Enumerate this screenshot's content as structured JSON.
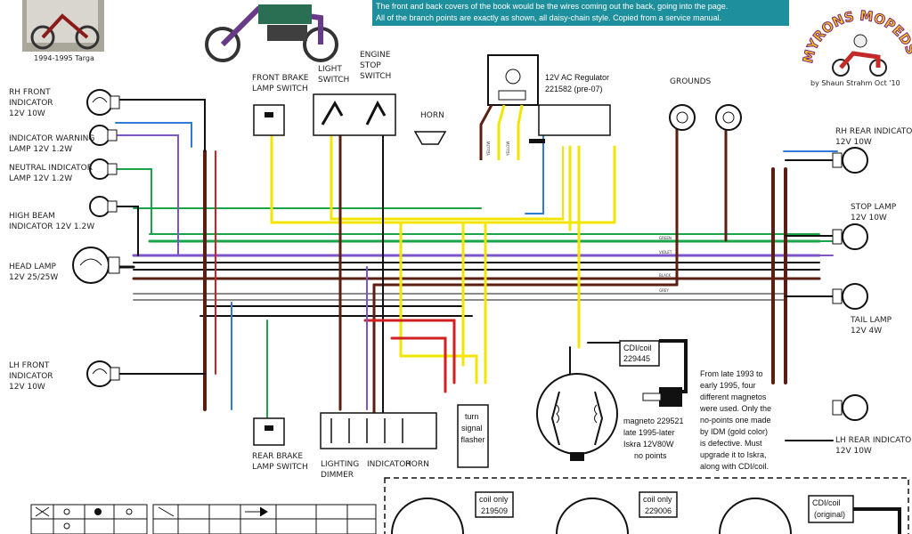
{
  "header": {
    "banner_line1": "The front and back covers of the book would be the wires coming out the back, going into the page.",
    "banner_line2": "All of the branch points are exactly as shown, all daisy-chain style.  Copied from a service manual.",
    "photo_caption": "1994-1995 Targa"
  },
  "logo": {
    "text": "MYRONS MOPEDS",
    "author": "by Shaun Strahm Oct '10"
  },
  "components": {
    "rh_front_indicator": [
      "RH FRONT",
      "INDICATOR",
      "12V  10W"
    ],
    "indicator_warning": [
      "INDICATOR WARNING",
      "LAMP  12V  1.2W"
    ],
    "neutral_indicator": [
      "NEUTRAL INDICATOR",
      "LAMP  12V  1.2W"
    ],
    "high_beam": [
      "HIGH BEAM",
      "INDICATOR  12V  1.2W"
    ],
    "head_lamp": [
      "HEAD LAMP",
      "12V  25/25W"
    ],
    "lh_front_indicator": [
      "LH FRONT",
      "INDICATOR",
      "12V  10W"
    ],
    "front_brake_switch": [
      "FRONT BRAKE",
      "LAMP SWITCH"
    ],
    "light_switch": [
      "LIGHT",
      "SWITCH"
    ],
    "engine_stop_switch": [
      "ENGINE",
      "STOP",
      "SWITCH"
    ],
    "horn_top": "HORN",
    "regulator": [
      "12V AC Regulator",
      "221582 (pre-07)"
    ],
    "grounds": "GROUNDS",
    "rh_rear_indicator": [
      "RH REAR INDICATOR",
      "12V  10W"
    ],
    "stop_lamp": [
      "STOP LAMP",
      "12V  10W"
    ],
    "tail_lamp": [
      "TAIL LAMP",
      "12V  4W"
    ],
    "lh_rear_indicator": [
      "LH REAR INDICATOR",
      "12V  10W"
    ],
    "rear_brake_switch": [
      "REAR BRAKE",
      "LAMP SWITCH"
    ],
    "lighting_dimmer": [
      "LIGHTING",
      "DIMMER"
    ],
    "indicator_bottom": "INDICATOR",
    "horn_bottom": "HORN",
    "turn_signal_flasher": [
      "turn",
      "signal",
      "flasher"
    ],
    "cdi_coil": [
      "CDI/coil",
      "229445"
    ],
    "magneto": [
      "magneto 229521",
      "late 1995-later",
      "Iskra 12V80W",
      "no points"
    ],
    "magneto_note": [
      "From late 1993 to",
      "early 1995, four",
      "different magnetos",
      "were used. Only the",
      "no-points one made",
      "by IDM (gold color)",
      "is defective. Must",
      "upgrade it to Iskra,",
      "along with CDI/coil."
    ],
    "coil_only_a": [
      "coil only",
      "219509"
    ],
    "coil_only_b": [
      "coil only",
      "229006"
    ],
    "cdi_original": [
      "CDI/coil",
      "(original)"
    ]
  },
  "wire_labels": {
    "green": "GREEN",
    "violet": "VIOLET",
    "black": "BLACK",
    "grey": "GREY",
    "yellow": "YELLOW",
    "brown": "BROWN"
  },
  "colors": {
    "banner": "#1e8f9c",
    "yellow": "#f2e600",
    "brown": "#5b1f12",
    "red": "#d21f1f",
    "green": "#1aa34a",
    "blue": "#2c7bd6",
    "violet": "#7b55c9",
    "black": "#111111",
    "grey": "#8a8a8a",
    "orange": "#e97f2e"
  }
}
